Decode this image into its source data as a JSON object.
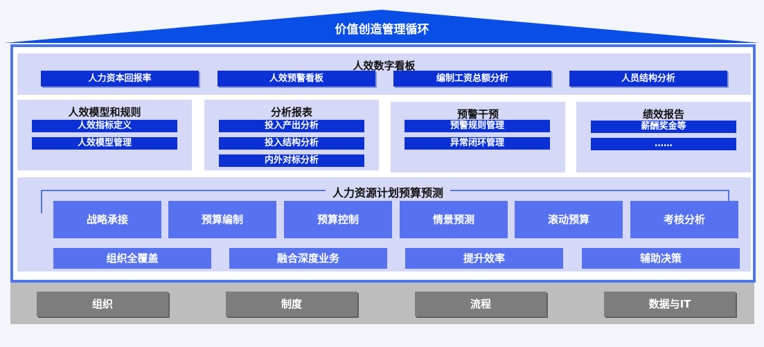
{
  "header": {
    "title": "价值创造管理循环"
  },
  "dashboard": {
    "title": "人效数字看板",
    "items": [
      "人力资本回报率",
      "人效预警看板",
      "编制工资总额分析",
      "人员结构分析"
    ]
  },
  "modules": [
    {
      "title": "人效模型和规则",
      "items": [
        "人效指标定义",
        "人效模型管理"
      ]
    },
    {
      "title": "分析报表",
      "items": [
        "投入产出分析",
        "投入结构分析",
        "内外对标分析"
      ]
    },
    {
      "title": "预警干预",
      "items": [
        "预警规则管理",
        "异常闭环管理"
      ]
    },
    {
      "title": "绩效报告",
      "items": [
        "薪酬奖金等",
        "……"
      ]
    }
  ],
  "planning": {
    "title": "人力资源计划预算预测",
    "steps": [
      "战略承接",
      "预算编制",
      "预算控制",
      "情景预测",
      "滚动预算",
      "考核分析"
    ],
    "goals": [
      "组织全覆盖",
      "融合深度业务",
      "提升效率",
      "辅助决策"
    ]
  },
  "foundation": {
    "items": [
      "组织",
      "制度",
      "流程",
      "数据与IT"
    ]
  },
  "colors": {
    "roof": "#0a4ee8",
    "frame": "#4d74f0",
    "panel": "#d5d8f6",
    "nav_button": "#0b31d6",
    "step_button": "#5772f0",
    "base": "#bdbdbd",
    "base_button": "#7d7d7d"
  }
}
